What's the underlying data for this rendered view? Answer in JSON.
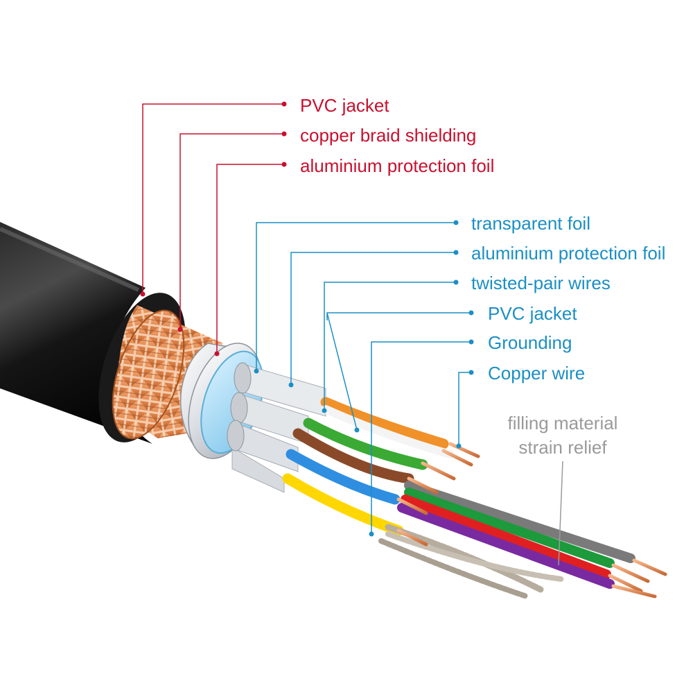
{
  "colors": {
    "outer_callout": "#c8102e",
    "inner_callout": "#1b8fc4",
    "filler_callout": "#9a9a9a"
  },
  "outer_labels": {
    "pvc_jacket": "PVC jacket",
    "copper_braid": "copper braid shielding",
    "aluminium_foil": "aluminium protection foil"
  },
  "inner_labels": {
    "transparent_foil": "transparent foil",
    "aluminium_foil": "aluminium protection foil",
    "twisted_pair": "twisted-pair wires",
    "pvc_jacket": "PVC jacket",
    "grounding": "Grounding",
    "copper_wire": "Copper wire"
  },
  "filler_labels": {
    "line1": "filling material",
    "line2": "strain relief"
  }
}
